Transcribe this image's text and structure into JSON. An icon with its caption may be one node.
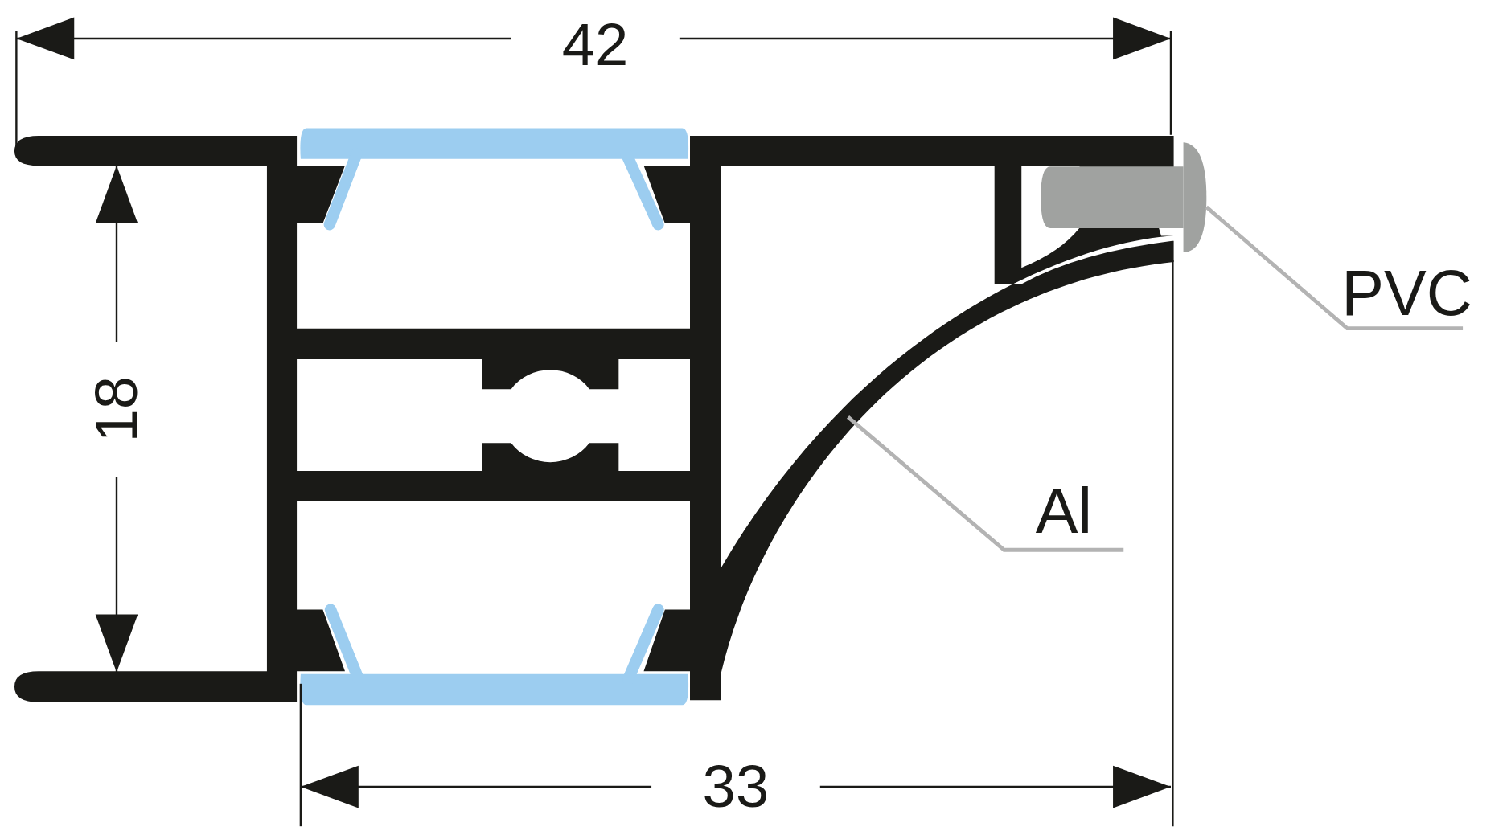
{
  "diagram": {
    "nodes": [
      {
        "text": [
          "PVC"
        ]
      },
      {
        "text": [],
        "shape": "picture"
      },
      {
        "text": [
          "Al"
        ]
      }
    ],
    "edges": [
      {
        "from": 0,
        "to": 1,
        "arrow": "none"
      },
      {
        "from": 2,
        "to": null,
        "arrow": "none"
      }
    ],
    "labels": [
      "42",
      "18",
      "33"
    ]
  }
}
